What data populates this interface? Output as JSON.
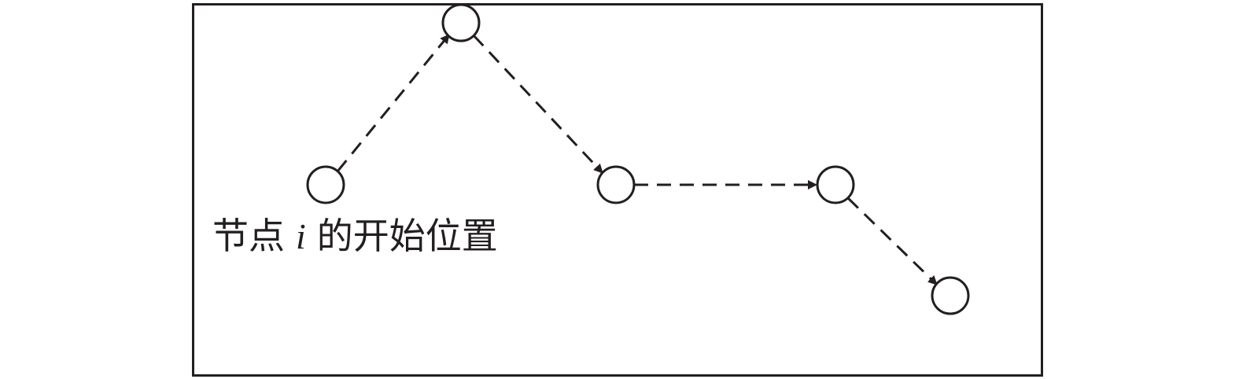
{
  "caption": {
    "prefix": "节点",
    "variable": "i",
    "suffix": "的开始位置"
  },
  "colors": {
    "stroke": "#231f20",
    "background": "#ffffff"
  }
}
